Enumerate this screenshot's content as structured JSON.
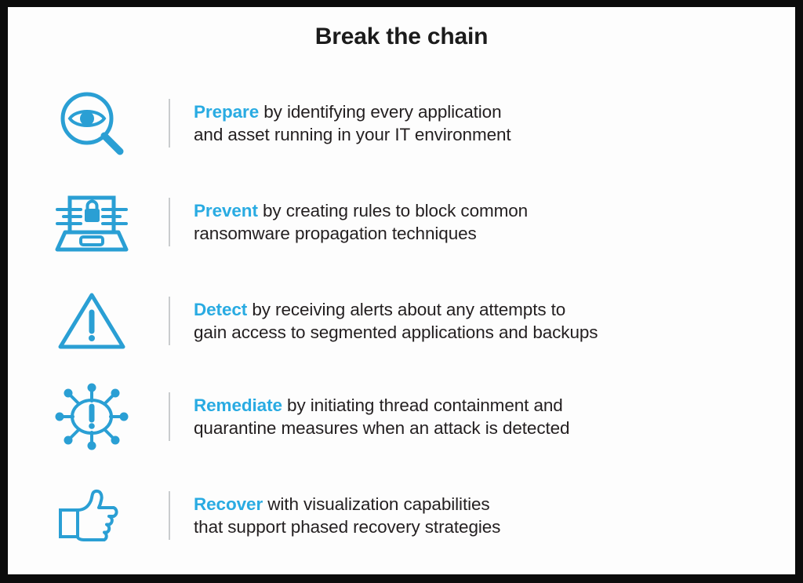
{
  "title": "Break the chain",
  "colors": {
    "accent": "#29abe2",
    "body_text": "#231f20",
    "title_text": "#1b1b1b",
    "divider": "#c9ccce",
    "background": "#fdfdfd",
    "frame": "#0c0c0c"
  },
  "steps": [
    {
      "icon": "eye-magnifier-icon",
      "keyword": "Prepare",
      "line1": " by identifying every application",
      "line2": "and asset running in your IT environment"
    },
    {
      "icon": "laptop-lock-icon",
      "keyword": "Prevent",
      "line1": " by creating rules to block common",
      "line2": "ransomware propagation techniques"
    },
    {
      "icon": "warning-triangle-icon",
      "keyword": "Detect",
      "line1": " by receiving alerts about any attempts to",
      "line2": "gain access to segmented applications and backups"
    },
    {
      "icon": "virus-alert-icon",
      "keyword": "Remediate",
      "line1": " by initiating thread containment and",
      "line2": "quarantine measures when an attack is detected"
    },
    {
      "icon": "thumbs-up-icon",
      "keyword": "Recover",
      "line1": " with visualization capabilities",
      "line2": "that support phased recovery strategies"
    }
  ]
}
